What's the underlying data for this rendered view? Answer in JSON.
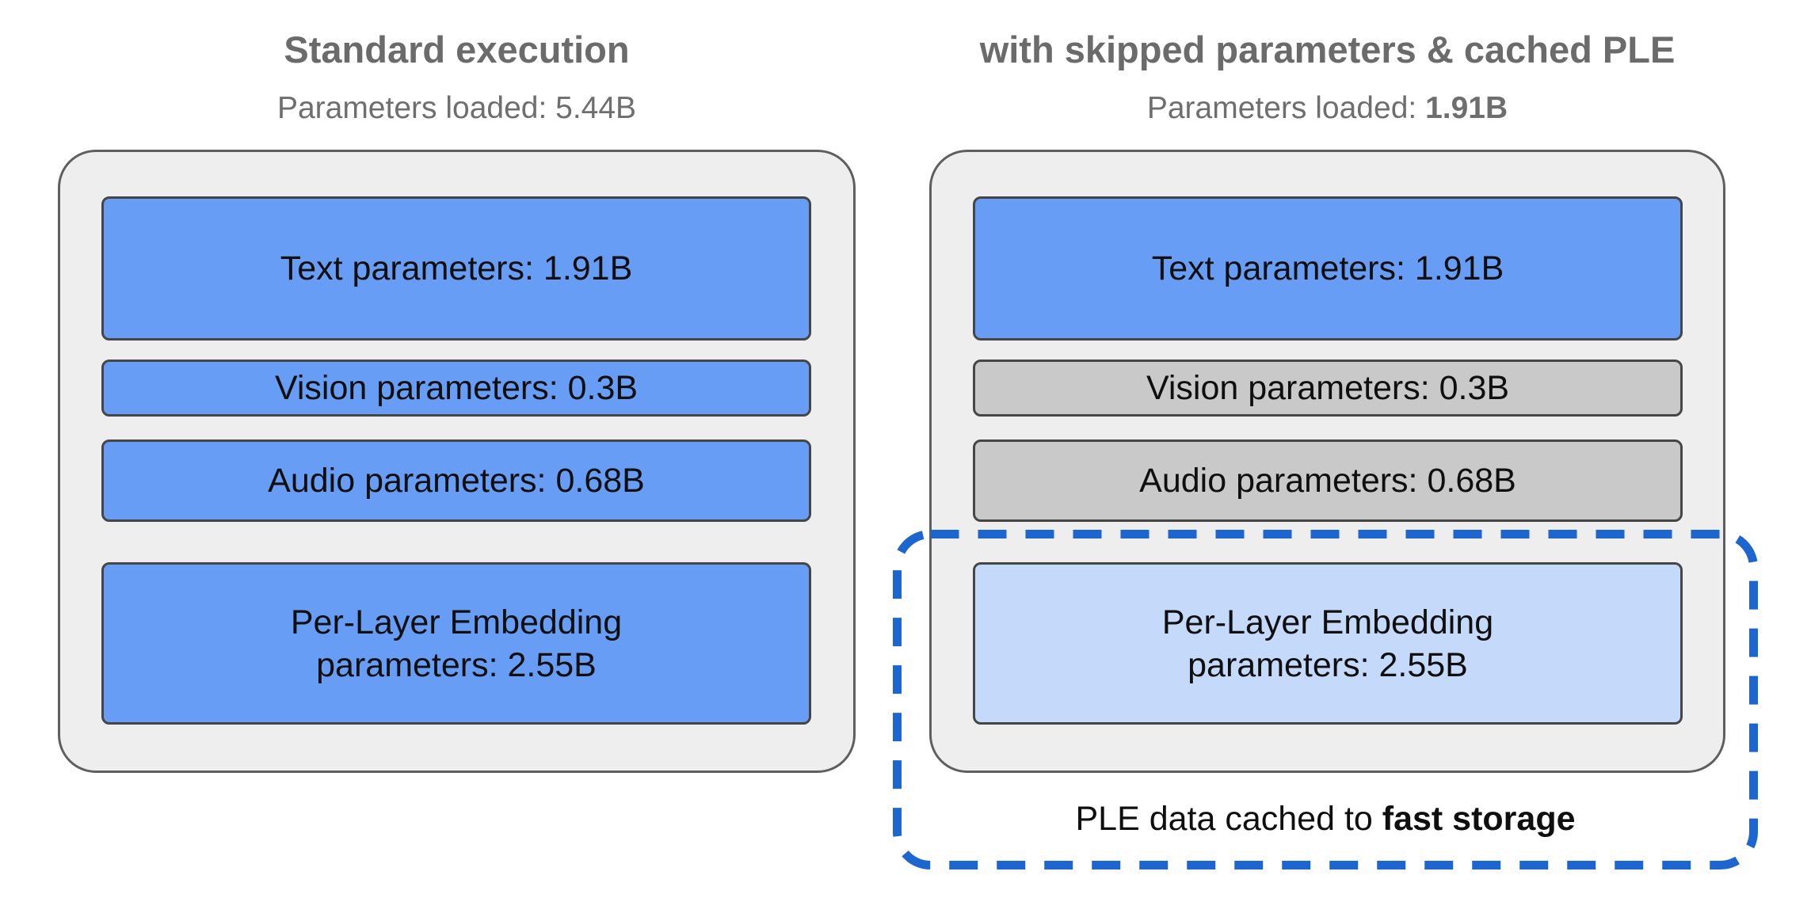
{
  "panels": [
    {
      "title": "Standard execution",
      "subtitle_prefix": "Parameters loaded: ",
      "subtitle_value": "5.44B",
      "boxes": [
        {
          "label": "Text parameters: 1.91B"
        },
        {
          "label": "Vision parameters: 0.3B"
        },
        {
          "label": "Audio parameters: 0.68B"
        },
        {
          "label_line1": "Per-Layer Embedding",
          "label_line2": "parameters: 2.55B"
        }
      ]
    },
    {
      "title": "with skipped parameters & cached PLE",
      "subtitle_prefix": "Parameters loaded: ",
      "subtitle_value": "1.91B",
      "boxes": [
        {
          "label": "Text parameters: 1.91B"
        },
        {
          "label": "Vision parameters: 0.3B"
        },
        {
          "label": "Audio parameters: 0.68B"
        },
        {
          "label_line1": "Per-Layer Embedding",
          "label_line2": "parameters: 2.55B"
        }
      ]
    }
  ],
  "callout": {
    "caption_prefix": "PLE data cached to ",
    "caption_bold": "fast storage"
  },
  "colors": {
    "blue_box": "#689df5",
    "gray_skipped_box": "#c9c9c9",
    "light_blue_cached_box": "#c5d9fa",
    "panel_background": "#eeeeee",
    "panel_border": "#5f5f5f",
    "box_border": "#464646",
    "dashed_accent_blue": "#1d66d0",
    "heading_gray": "#6b6b6b",
    "label_black": "#0f0f0f"
  }
}
